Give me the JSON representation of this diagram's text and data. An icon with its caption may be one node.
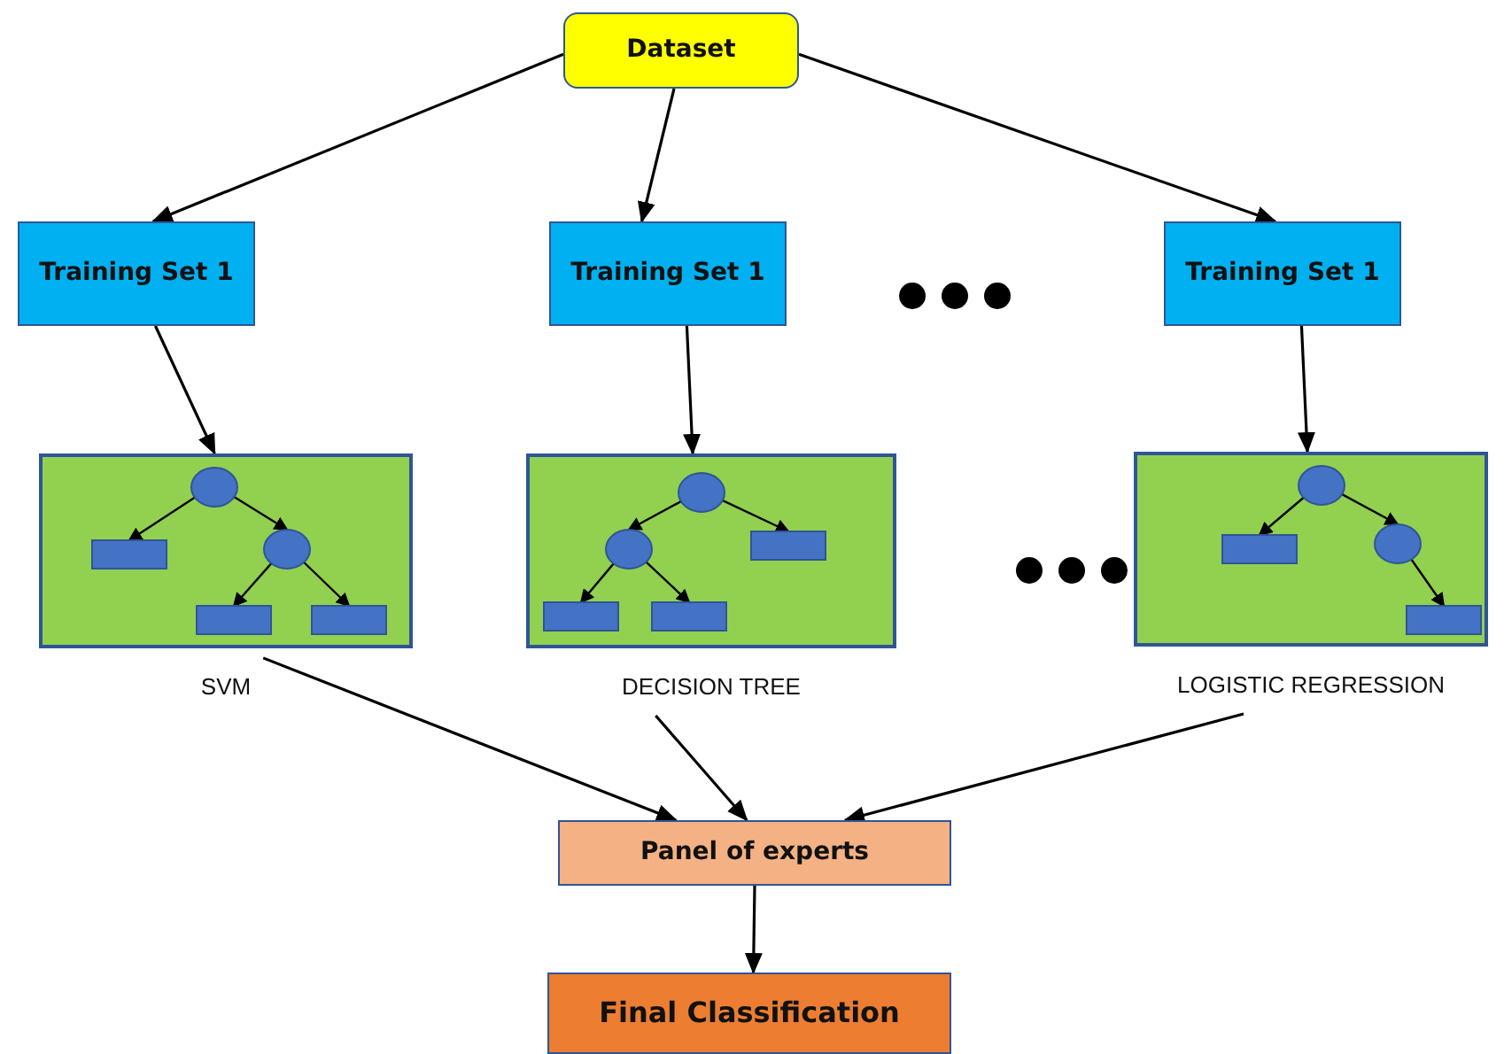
{
  "diagram": {
    "nodes": [
      {
        "text": [
          "Dataset"
        ]
      },
      {
        "text": [
          "Training Set 1"
        ]
      },
      {
        "text": [
          "Training Set 1"
        ]
      },
      {
        "text": [
          "Training Set 1"
        ]
      },
      {
        "text": [],
        "shape": "box",
        "beside": [
          "SVM"
        ]
      },
      {
        "text": [],
        "shape": "box",
        "beside": [
          "DECISION TREE"
        ]
      },
      {
        "text": [],
        "shape": "box",
        "beside": [
          "LOGISTIC REGRESSION"
        ]
      },
      {
        "text": [
          "Panel of experts"
        ]
      },
      {
        "text": [
          "Final Classification"
        ]
      }
    ],
    "edges": [
      {
        "from": 0,
        "to": 1,
        "arrow": "to"
      },
      {
        "from": 0,
        "to": 2,
        "arrow": "to"
      },
      {
        "from": 0,
        "to": 3,
        "arrow": "to"
      },
      {
        "from": 1,
        "to": 4,
        "arrow": "to"
      },
      {
        "from": 2,
        "to": 5,
        "arrow": "to"
      },
      {
        "from": 3,
        "to": 6,
        "arrow": "to"
      },
      {
        "from": 4,
        "to": 7,
        "arrow": "to"
      },
      {
        "from": 5,
        "to": 7,
        "arrow": "to"
      },
      {
        "from": 6,
        "to": 7,
        "arrow": "to"
      },
      {
        "from": 7,
        "to": 8,
        "arrow": "to"
      }
    ]
  }
}
